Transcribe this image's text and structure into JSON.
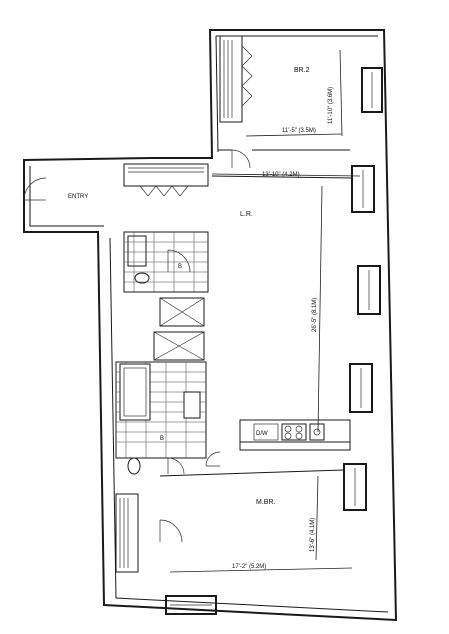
{
  "rooms": {
    "br2": "BR.2",
    "entry": "ENTRY",
    "lr": "L.R.",
    "mbr": "M.BR.",
    "bath_upper": "B",
    "bath_lower": "B",
    "appliance": "D/W"
  },
  "dimensions": {
    "br2_width": "11'-5\" (3.5M)",
    "br2_length": "11'-10\" (3.6M)",
    "lr_width": "13'-10\" (4.2M)",
    "lr_length": "26'-5\" (8.1M)",
    "mbr_width": "17'-2\" (5.2M)",
    "mbr_length": "13'-6\" (4.1M)"
  },
  "colors": {
    "line": "#1a1a1a",
    "background": "#ffffff"
  }
}
